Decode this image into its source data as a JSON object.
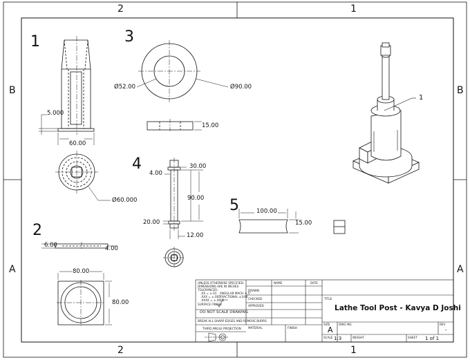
{
  "border_zones": {
    "top": [
      "2",
      "1"
    ],
    "bottom": [
      "2",
      "1"
    ],
    "left": [
      "B",
      "A"
    ],
    "right": [
      "B",
      "A"
    ]
  },
  "views": {
    "view1": {
      "number": "1",
      "dims": [
        "5.000",
        "60.00",
        "Ø60.000"
      ]
    },
    "view2": {
      "number": "2",
      "dims": [
        "6.00",
        "4.00",
        "80.00",
        "80.00"
      ]
    },
    "view3": {
      "number": "3",
      "dims": [
        "Ø52.00",
        "Ø90.00",
        "15.00"
      ]
    },
    "view4": {
      "number": "4",
      "dims": [
        "4.00",
        "30.00",
        "90.00",
        "20.00",
        "12.00"
      ]
    },
    "view5": {
      "number": "5",
      "dims": [
        "100.00",
        "15.00"
      ]
    },
    "iso_balloon": "1"
  },
  "title_block": {
    "notes": [
      "UNLESS OTHERWISE SPECIFIED:",
      "DIMENSIONS ARE IN INCHES",
      "TOLERANCES:",
      ".XX = ±.01",
      ".XXX = ±.005",
      ".XXXX = ±.0005",
      "ANGULAR MACH ±.5°",
      "FRACTIONAL ±1/64"
    ],
    "surface_finish": "SURFACE FINISH:",
    "do_not_scale": "DO NOT SCALE DRAWING",
    "break_edges": "BREAK ALL SHARP EDGES AND REMOVE BURRS",
    "projection": "THIRD ANGLE PROJECTION",
    "material": "MATERIAL",
    "finish": "FINISH",
    "col_name": "NAME",
    "col_date": "DATE",
    "drawn": "DRAWN",
    "checked": "CHECKED",
    "approved": "APPROVED",
    "title_label": "TITLE",
    "title": "Lathe Tool Post - Kavya D Joshi",
    "size_label": "SIZE",
    "size": "A",
    "dwg_label": "DWG NO.",
    "rev_label": "REV",
    "rev": "-",
    "scale_label": "SCALE",
    "scale": "1:3",
    "weight_label": "WEIGHT",
    "sheet_label": "SHEET",
    "sheet": "1 of 1"
  }
}
